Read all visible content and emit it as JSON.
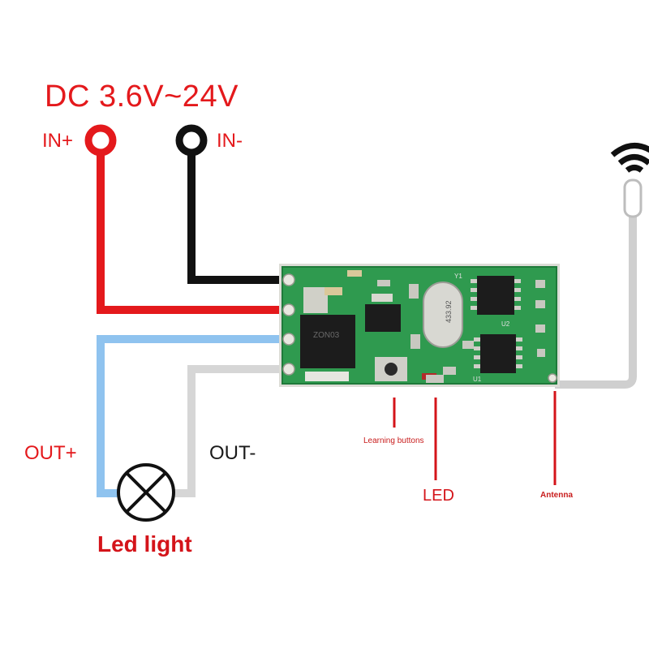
{
  "title": "DC 3.6V~24V",
  "terminals": {
    "in_plus": "IN+",
    "in_minus": "IN-",
    "out_plus": "OUT+",
    "out_minus": "OUT-"
  },
  "load_label": "Led light",
  "callouts": {
    "learning_buttons": "Learning buttons",
    "led": "LED",
    "antenna": "Antenna"
  },
  "board_markings": {
    "mosfet": "ZON03",
    "crystal": "433.92",
    "chip_u2": "U2",
    "chip_u1": "U1",
    "crystal_ref": "Y1"
  },
  "wire_colors": {
    "positive_input": "#e4191c",
    "negative_input": "#111111",
    "positive_output": "#8fc3ef",
    "negative_output": "#d6d6d6",
    "antenna_lead": "#cfcfcf",
    "pcb": "#2f9a4f"
  },
  "icons": [
    "terminal-positive-icon",
    "terminal-negative-icon",
    "bulb-icon",
    "wifi-signal-icon",
    "pcb-module-icon"
  ]
}
